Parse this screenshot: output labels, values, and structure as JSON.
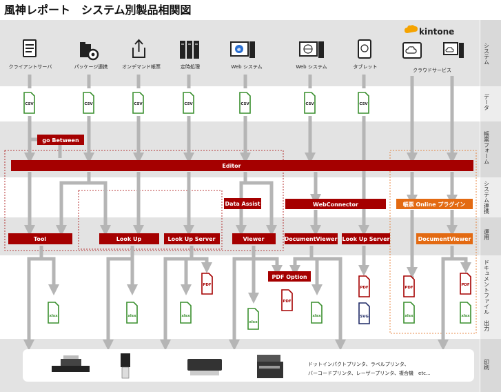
{
  "title": "風神レポート　システム別製品相関図",
  "lanes": [
    "システム",
    "データ",
    "帳票フォーム",
    "システム連携",
    "運用",
    "ドキュメントファイル　出力",
    "印刷"
  ],
  "systems": [
    "クライアントサーバ",
    "パッケージ連携",
    "オンデマンド帳票",
    "定時処理",
    "Web システム",
    "Web システム",
    "タブレット",
    "クラウドサービス"
  ],
  "kintone": "kintone",
  "csv": "CSV",
  "bars": {
    "go_between": "go Between",
    "editor": "Editor",
    "data_assist": "Data Assist",
    "webconnector": "WebConnector",
    "online_plugin": "帳票 Online プラグイン",
    "tool": "Tool",
    "lookup": "Look Up",
    "lookup_server_1": "Look Up Server",
    "viewer": "Viewer",
    "documentviewer_1": "DocumentViewer",
    "lookup_server_2": "Look Up Server",
    "documentviewer_2": "DocumentViewer",
    "pdf_option": "PDF Option"
  },
  "file_labels": {
    "pdf": "PDF",
    "xlsx": "xlsx",
    "svg": "SVG"
  },
  "print_text": [
    "ドットインパクトプリンタ、ラベルプリンタ、",
    "バーコードプリンタ、レーザープリンタ、複合機　etc..."
  ],
  "colors": {
    "dark_red": "#a50000",
    "orange": "#e36a12",
    "band": "#e3e3e3",
    "arrow": "#b5b5b5",
    "green": "#3a8f2e",
    "navy": "#1f2a66"
  }
}
